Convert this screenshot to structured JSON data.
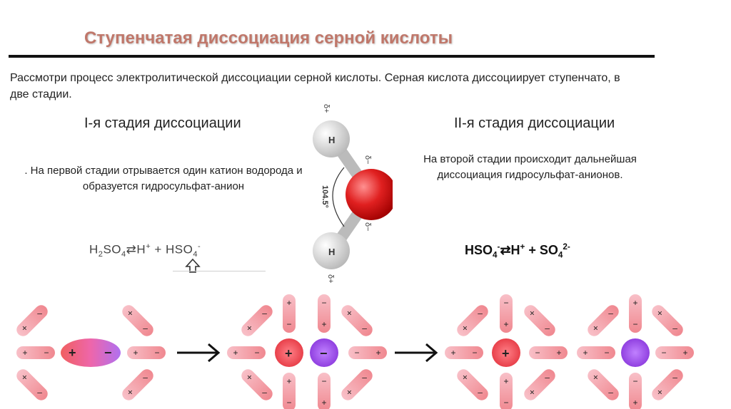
{
  "slide": {
    "title": "Ступенчатая диссоциация серной кислоты",
    "intro": "Рассмотри процесс электролитической диссоциации серной кислоты. Серная кислота диссоциирует ступенчато, в две стадии.",
    "stage1": {
      "heading": "I-я стадия диссоциации",
      "description": ". На первой стадии отрывается один катион водорода и образуется гидросульфат-анион",
      "equation": {
        "lhs": "H",
        "lhs_sub1": "2",
        "mid": "SO",
        "lhs_sub2": "4",
        "rhs": "H",
        "rhs_sup": "+",
        "plus": " + HSO",
        "rhs_sub": "4",
        "rhs_sup2": "-",
        "arrow": "⇄"
      }
    },
    "stage2": {
      "heading": "II-я стадия диссоциации",
      "description": "На второй стадии происходит дальнейшая диссоциация гидросульфат-анионов.",
      "equation": {
        "a": "HSO",
        "a_sub": "4",
        "a_sup": "-",
        "arrow": "⇄",
        "b": "H",
        "b_sup": "+",
        "plus": " + SO",
        "c_sub": "4",
        "c_sup": "2-"
      }
    },
    "water_molecule": {
      "angle_label": "104.5°",
      "h_label": "H",
      "delta_plus": "δ+",
      "delta_minus": "δ−"
    },
    "colors": {
      "title": "#c0776a",
      "cation": "#e8404a",
      "anion": "#a060e0",
      "dipole": "#f2a0a8"
    },
    "diagram": {
      "plus": "+",
      "minus": "−"
    }
  }
}
